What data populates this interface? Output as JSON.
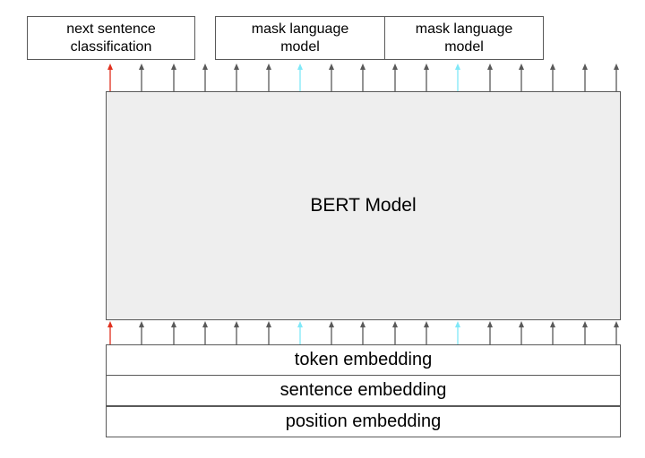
{
  "diagram": {
    "heads": {
      "nsp_label": "next sentence\nclassification",
      "mlm_label_1": "mask language\nmodel",
      "mlm_label_2": "mask language\nmodel"
    },
    "model_label": "BERT Model",
    "embeddings": {
      "token": "token embedding",
      "sentence": "sentence embedding",
      "position": "position embedding"
    },
    "arrows": {
      "count": 17,
      "cls_index": 0,
      "mask_indices": [
        6,
        11
      ],
      "colors": {
        "cls": "#e0301e",
        "mask": "#7fe8f8",
        "default": "#595959"
      }
    }
  }
}
